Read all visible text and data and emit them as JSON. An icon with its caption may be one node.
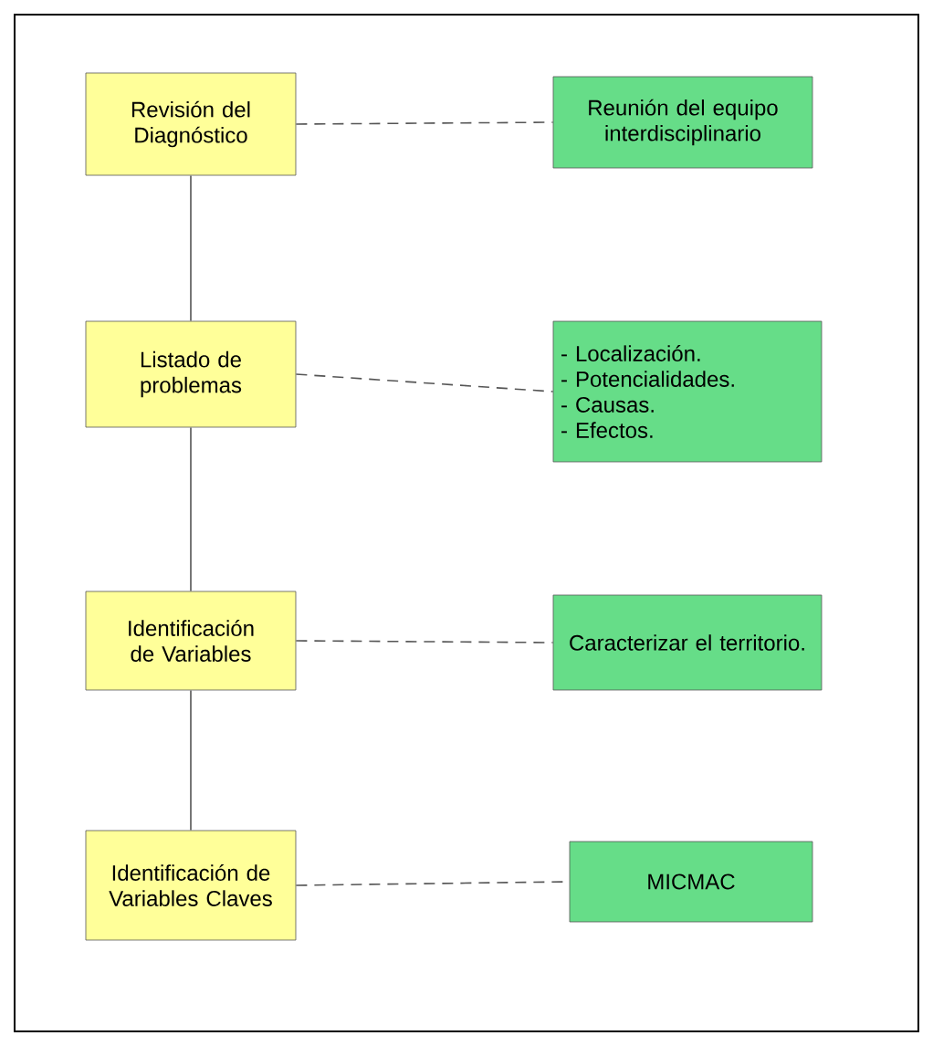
{
  "diagram": {
    "nodes": [
      {
        "text": [
          "Revisión del Diagnóstico"
        ]
      },
      {
        "text": [
          "Reunión del equipo interdisciplinario"
        ]
      },
      {
        "text": [
          "Listado de problemas"
        ]
      },
      {
        "text": [
          "- Localización.",
          "- Potencialidades.",
          "- Causas.",
          "- Efectos."
        ]
      },
      {
        "text": [
          "Identificación de Variables"
        ]
      },
      {
        "text": [
          "Caracterizar el territorio."
        ]
      },
      {
        "text": [
          "Identificación de Variables Claves"
        ]
      },
      {
        "text": [
          "MICMAC"
        ]
      }
    ],
    "edges": [
      {
        "from": 0,
        "to": 1,
        "arrow": "none",
        "style": "dashed"
      },
      {
        "from": 0,
        "to": 2,
        "arrow": "none"
      },
      {
        "from": 2,
        "to": 3,
        "arrow": "none",
        "style": "dashed"
      },
      {
        "from": 2,
        "to": 4,
        "arrow": "none"
      },
      {
        "from": 4,
        "to": 5,
        "arrow": "none",
        "style": "dashed"
      },
      {
        "from": 4,
        "to": 6,
        "arrow": "none"
      },
      {
        "from": 6,
        "to": 7,
        "arrow": "none",
        "style": "dashed"
      }
    ]
  }
}
